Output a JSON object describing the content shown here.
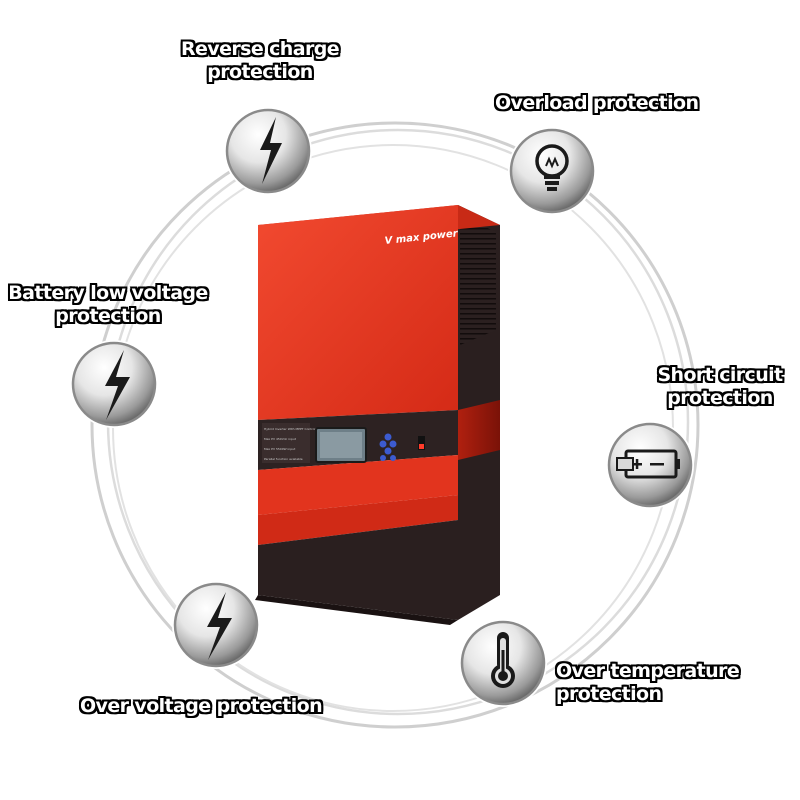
{
  "labels": {
    "reverse_charge": [
      "Reverse charge",
      "protection"
    ],
    "overload": [
      "Overload protection"
    ],
    "battery_low": [
      "Battery low voltage",
      "protection"
    ],
    "short_circuit": [
      "Short circuit",
      "protection"
    ],
    "over_temperature": [
      "Over temperature",
      "protection"
    ],
    "over_voltage": [
      "Over voltage protection"
    ]
  },
  "device": {
    "brand_logo_text": "V max power",
    "panel_text": [
      "Hybrid Inverter With MPPT Controller",
      "Max PV 450Vdc input",
      "Max PV 5500W input",
      "Parallel function available"
    ]
  },
  "icons": [
    "lightning-icon",
    "lightbulb-icon",
    "lightning-icon",
    "battery-icon",
    "thermometer-icon",
    "lightning-icon"
  ],
  "colors": {
    "device_red": "#e8321e",
    "device_dark": "#2a1f1f",
    "ring": "#d8d8d8",
    "icon_body": "#1a1a1a"
  }
}
